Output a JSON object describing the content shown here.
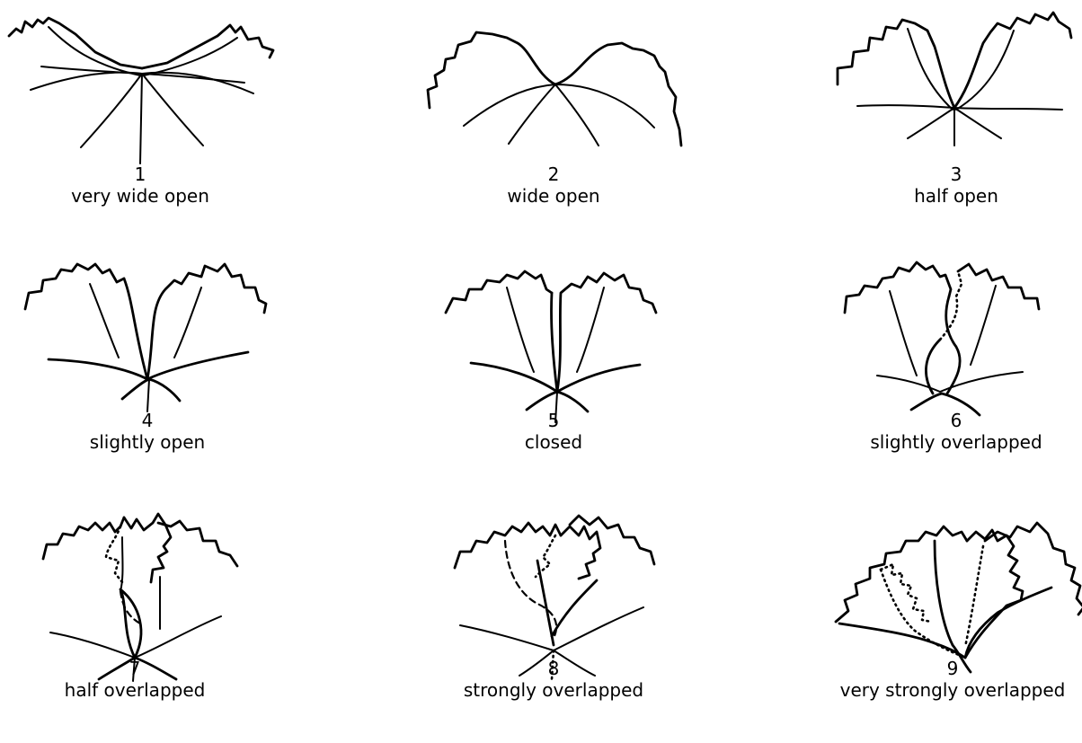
{
  "figure": {
    "items": [
      {
        "number": "1",
        "label": "very wide open"
      },
      {
        "number": "2",
        "label": "wide open"
      },
      {
        "number": "3",
        "label": "half open"
      },
      {
        "number": "4",
        "label": "slightly open"
      },
      {
        "number": "5",
        "label": "closed"
      },
      {
        "number": "6",
        "label": "slightly overlapped"
      },
      {
        "number": "7",
        "label": "half overlapped"
      },
      {
        "number": "8",
        "label": "strongly overlapped"
      },
      {
        "number": "9",
        "label": "very strongly overlapped"
      }
    ]
  }
}
